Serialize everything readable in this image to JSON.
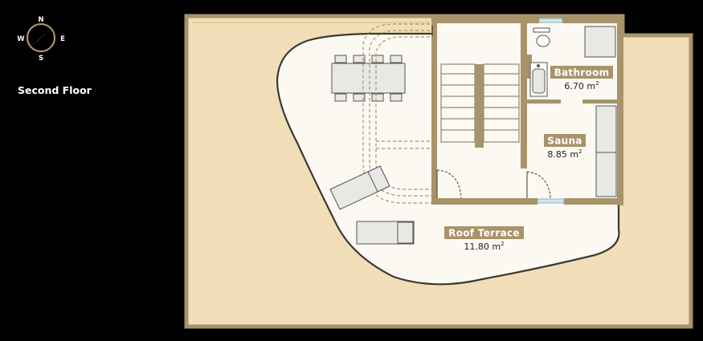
{
  "floor": {
    "label": "Second Floor"
  },
  "compass": {
    "north": "N",
    "south": "S",
    "east": "E",
    "west": "W"
  },
  "rooms": {
    "bathroom": {
      "name": "Bathroom",
      "area_value": "6.70 m",
      "area_unit_exp": "2"
    },
    "sauna": {
      "name": "Sauna",
      "area_value": "8.85 m",
      "area_unit_exp": "2"
    },
    "terrace": {
      "name": "Roof Terrace",
      "area_value": "11.80 m",
      "area_unit_exp": "2"
    }
  },
  "colors": {
    "background": "#000000",
    "outer_floor": "#f1deb9",
    "terrace_floor": "#fbf9f2",
    "wall": "#a8936a",
    "label_box": "#a8936a",
    "window": "#cfe6ef"
  }
}
